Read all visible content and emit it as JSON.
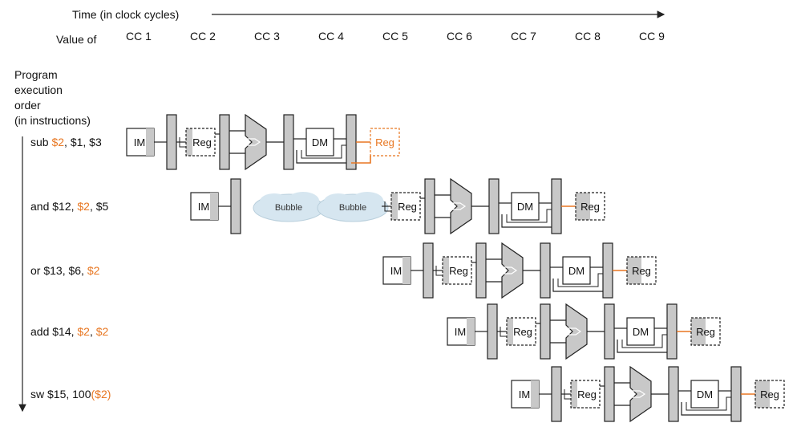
{
  "header": {
    "time_label": "Time (in clock cycles)",
    "value_of_label": "Value of",
    "clock_cycles": [
      "CC 1",
      "CC 2",
      "CC 3",
      "CC 4",
      "CC 5",
      "CC 6",
      "CC 7",
      "CC 8",
      "CC 9"
    ]
  },
  "order_label": [
    "Program",
    "execution",
    "order",
    "(in instructions)"
  ],
  "instructions": [
    {
      "parts": [
        {
          "t": "sub ",
          "hl": false
        },
        {
          "t": "$2",
          "hl": true
        },
        {
          "t": ", $1, $3",
          "hl": false
        }
      ],
      "start": 0,
      "bubbles": 0
    },
    {
      "parts": [
        {
          "t": "and $12, ",
          "hl": false
        },
        {
          "t": "$2",
          "hl": true
        },
        {
          "t": ", $5",
          "hl": false
        }
      ],
      "start": 1,
      "bubbles": 2
    },
    {
      "parts": [
        {
          "t": "or $13, $6, ",
          "hl": false
        },
        {
          "t": "$2",
          "hl": true
        }
      ],
      "start": 4,
      "bubbles": 0
    },
    {
      "parts": [
        {
          "t": "add $14, ",
          "hl": false
        },
        {
          "t": "$2",
          "hl": true
        },
        {
          "t": ", ",
          "hl": false
        },
        {
          "t": "$2",
          "hl": true
        }
      ],
      "start": 5,
      "bubbles": 0
    },
    {
      "parts": [
        {
          "t": "sw $15, 100",
          "hl": false
        },
        {
          "t": "($2)",
          "hl": true
        }
      ],
      "start": 6,
      "bubbles": 0
    }
  ],
  "stage_labels": {
    "im": "IM",
    "reg": "Reg",
    "dm": "DM",
    "bubble": "Bubble"
  },
  "colors": {
    "highlight": "#e87722",
    "stage_fill": "#c8c8c8",
    "line": "#222222"
  }
}
